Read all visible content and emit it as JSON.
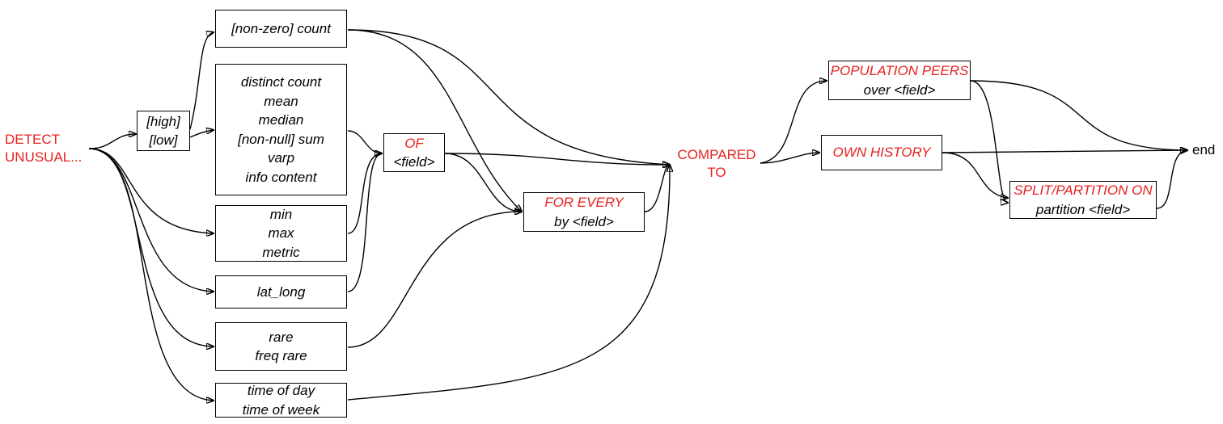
{
  "start": {
    "lines": [
      "DETECT",
      "UNUSUAL..."
    ]
  },
  "end": {
    "label": "end"
  },
  "compared_to": {
    "lines": [
      "COMPARED",
      "TO"
    ]
  },
  "boxes": {
    "high_low": {
      "lines": [
        "[high]",
        "[low]"
      ]
    },
    "count": {
      "lines": [
        "[non-zero] count"
      ]
    },
    "stats": {
      "lines": [
        "distinct count",
        "mean",
        "median",
        "[non-null] sum",
        "varp",
        "info content"
      ]
    },
    "minmax": {
      "lines": [
        "min",
        "max",
        "metric"
      ]
    },
    "lat_long": {
      "lines": [
        "lat_long"
      ]
    },
    "rare": {
      "lines": [
        "rare",
        "freq rare"
      ]
    },
    "time": {
      "lines": [
        "time of day",
        "time of week"
      ]
    },
    "of_field": {
      "lines": [
        "OF",
        "<field>"
      ]
    },
    "for_every": {
      "lines": [
        "FOR EVERY",
        "by <field>"
      ]
    },
    "population": {
      "lines": [
        "POPULATION PEERS",
        "over <field>"
      ]
    },
    "own_history": {
      "lines": [
        "OWN HISTORY"
      ]
    },
    "split": {
      "lines": [
        "SPLIT/PARTITION ON",
        "partition <field>"
      ]
    }
  },
  "colors": {
    "keyword": "#e8201e",
    "text": "#000000",
    "line": "#000000"
  }
}
